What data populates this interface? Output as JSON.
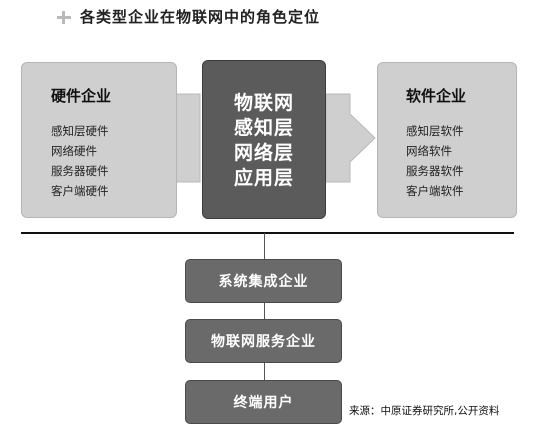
{
  "title": "各类型企业在物联网中的角色定位",
  "hardware": {
    "title": "硬件企业",
    "items": [
      "感知层硬件",
      "网络硬件",
      "服务器硬件",
      "客户端硬件"
    ]
  },
  "core": {
    "items": [
      "物联网",
      "感知层",
      "网络层",
      "应用层"
    ]
  },
  "software": {
    "title": "软件企业",
    "items": [
      "感知层软件",
      "网络软件",
      "服务器软件",
      "客户端软件"
    ]
  },
  "flow": [
    "系统集成企业",
    "物联网服务企业",
    "终端用户"
  ],
  "source": "来源：中原证券研究所,公开资料"
}
